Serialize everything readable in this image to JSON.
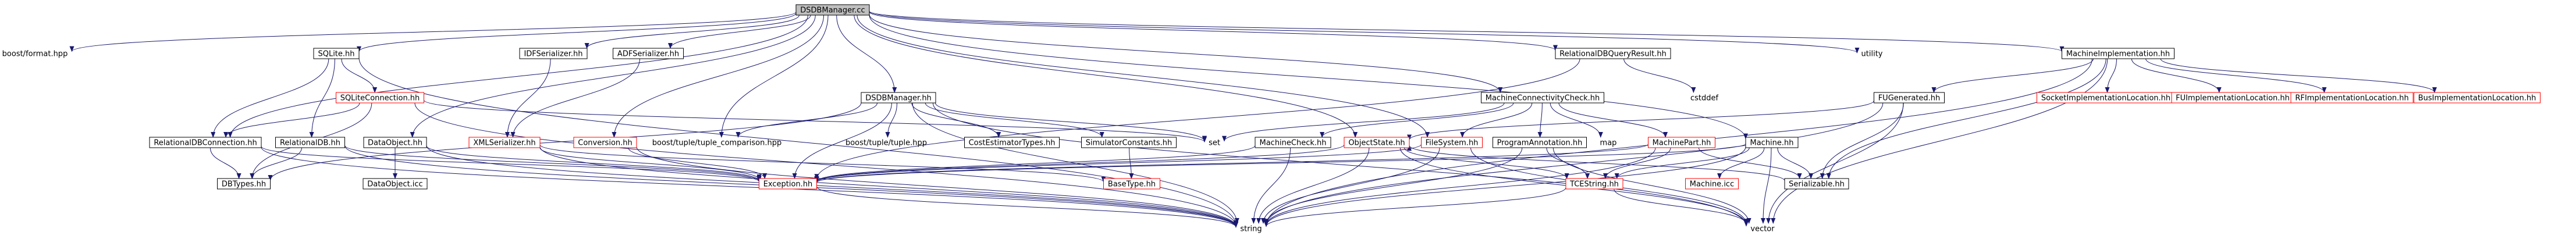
{
  "colors": {
    "edge": "#191970",
    "box_border_normal": "#000000",
    "box_border_missing": "#ff0000",
    "root_fill": "#bfbfbf",
    "node_fill": "#ffffff",
    "text": "#000000"
  },
  "diagram": {
    "root": "DSDBManager.cc",
    "nodes": [
      {
        "id": "dsdbmanager_cc",
        "label": "DSDBManager.cc",
        "style": "root"
      },
      {
        "id": "boost_format",
        "label": "boost/format.hpp",
        "style": "plain"
      },
      {
        "id": "sqlite_hh",
        "label": "SQLite.hh",
        "style": "normal"
      },
      {
        "id": "idfserializer_hh",
        "label": "IDFSerializer.hh",
        "style": "normal"
      },
      {
        "id": "adfserializer_hh",
        "label": "ADFSerializer.hh",
        "style": "normal"
      },
      {
        "id": "relationaldbqueryresult_hh",
        "label": "RelationalDBQueryResult.hh",
        "style": "normal"
      },
      {
        "id": "utility",
        "label": "utility",
        "style": "plain"
      },
      {
        "id": "machineimplementation_hh",
        "label": "MachineImplementation.hh",
        "style": "normal"
      },
      {
        "id": "sqliteconnection_hh",
        "label": "SQLiteConnection.hh",
        "style": "missing"
      },
      {
        "id": "dsdbmanager_hh",
        "label": "DSDBManager.hh",
        "style": "normal"
      },
      {
        "id": "cstddef",
        "label": "cstddef",
        "style": "plain"
      },
      {
        "id": "machineconnectivitycheck_hh",
        "label": "MachineConnectivityCheck.hh",
        "style": "normal"
      },
      {
        "id": "fugenerated_hh",
        "label": "FUGenerated.hh",
        "style": "normal"
      },
      {
        "id": "socketimplementationlocation_hh",
        "label": "SocketImplementationLocation.hh",
        "style": "missing"
      },
      {
        "id": "fuimplementationlocation_hh",
        "label": "FUImplementationLocation.hh",
        "style": "missing"
      },
      {
        "id": "rfimplementationlocation_hh",
        "label": "RFImplementationLocation.hh",
        "style": "missing"
      },
      {
        "id": "busimplementationlocation_hh",
        "label": "BusImplementationLocation.hh",
        "style": "missing"
      },
      {
        "id": "relationaldbconnection_hh",
        "label": "RelationalDBConnection.hh",
        "style": "normal"
      },
      {
        "id": "relationaldb_hh",
        "label": "RelationalDB.hh",
        "style": "normal"
      },
      {
        "id": "dataobject_hh",
        "label": "DataObject.hh",
        "style": "normal"
      },
      {
        "id": "xmlserializer_hh",
        "label": "XMLSerializer.hh",
        "style": "missing"
      },
      {
        "id": "conversion_hh",
        "label": "Conversion.hh",
        "style": "missing"
      },
      {
        "id": "boost_tuple_comparison",
        "label": "boost/tuple/tuple_comparison.hpp",
        "style": "plain"
      },
      {
        "id": "boost_tuple",
        "label": "boost/tuple/tuple.hpp",
        "style": "plain"
      },
      {
        "id": "costestimatortypes_hh",
        "label": "CostEstimatorTypes.hh",
        "style": "normal"
      },
      {
        "id": "simulatorconstants_hh",
        "label": "SimulatorConstants.hh",
        "style": "normal"
      },
      {
        "id": "set",
        "label": "set",
        "style": "plain"
      },
      {
        "id": "machinecheck_hh",
        "label": "MachineCheck.hh",
        "style": "normal"
      },
      {
        "id": "objectstate_hh",
        "label": "ObjectState.hh",
        "style": "missing"
      },
      {
        "id": "filesystem_hh",
        "label": "FileSystem.hh",
        "style": "missing"
      },
      {
        "id": "programannotation_hh",
        "label": "ProgramAnnotation.hh",
        "style": "normal"
      },
      {
        "id": "map",
        "label": "map",
        "style": "plain"
      },
      {
        "id": "machinepart_hh",
        "label": "MachinePart.hh",
        "style": "missing"
      },
      {
        "id": "machine_hh",
        "label": "Machine.hh",
        "style": "normal"
      },
      {
        "id": "dbtypes_hh",
        "label": "DBTypes.hh",
        "style": "normal"
      },
      {
        "id": "dataobject_icc",
        "label": "DataObject.icc",
        "style": "normal"
      },
      {
        "id": "exception_hh",
        "label": "Exception.hh",
        "style": "missing"
      },
      {
        "id": "basetype_hh",
        "label": "BaseType.hh",
        "style": "missing"
      },
      {
        "id": "tcestring_hh",
        "label": "TCEString.hh",
        "style": "missing"
      },
      {
        "id": "machine_icc",
        "label": "Machine.icc",
        "style": "missing"
      },
      {
        "id": "serializable_hh",
        "label": "Serializable.hh",
        "style": "normal"
      },
      {
        "id": "string",
        "label": "string",
        "style": "plain"
      },
      {
        "id": "vector",
        "label": "vector",
        "style": "plain"
      }
    ],
    "edges": [
      [
        "dsdbmanager_cc",
        "boost_format"
      ],
      [
        "dsdbmanager_cc",
        "sqlite_hh"
      ],
      [
        "dsdbmanager_cc",
        "idfserializer_hh"
      ],
      [
        "dsdbmanager_cc",
        "adfserializer_hh"
      ],
      [
        "dsdbmanager_cc",
        "relationaldbqueryresult_hh"
      ],
      [
        "dsdbmanager_cc",
        "utility"
      ],
      [
        "dsdbmanager_cc",
        "machineimplementation_hh"
      ],
      [
        "dsdbmanager_cc",
        "dsdbmanager_hh"
      ],
      [
        "dsdbmanager_cc",
        "machineconnectivitycheck_hh"
      ],
      [
        "dsdbmanager_cc",
        "relationaldbconnection_hh"
      ],
      [
        "dsdbmanager_cc",
        "dataobject_hh"
      ],
      [
        "dsdbmanager_cc",
        "conversion_hh"
      ],
      [
        "dsdbmanager_cc",
        "boost_tuple_comparison"
      ],
      [
        "dsdbmanager_cc",
        "objectstate_hh"
      ],
      [
        "dsdbmanager_cc",
        "filesystem_hh"
      ],
      [
        "dsdbmanager_cc",
        "machine_hh"
      ],
      [
        "sqlite_hh",
        "sqliteconnection_hh"
      ],
      [
        "sqlite_hh",
        "relationaldb_hh"
      ],
      [
        "sqlite_hh",
        "relationaldbconnection_hh"
      ],
      [
        "sqlite_hh",
        "string"
      ],
      [
        "sqliteconnection_hh",
        "relationaldbconnection_hh"
      ],
      [
        "sqliteconnection_hh",
        "dbtypes_hh"
      ],
      [
        "sqliteconnection_hh",
        "set"
      ],
      [
        "sqliteconnection_hh",
        "string"
      ],
      [
        "idfserializer_hh",
        "xmlserializer_hh"
      ],
      [
        "adfserializer_hh",
        "xmlserializer_hh"
      ],
      [
        "relationaldbqueryresult_hh",
        "cstddef"
      ],
      [
        "relationaldbqueryresult_hh",
        "exception_hh"
      ],
      [
        "machineimplementation_hh",
        "fugenerated_hh"
      ],
      [
        "machineimplementation_hh",
        "socketimplementationlocation_hh"
      ],
      [
        "machineimplementation_hh",
        "fuimplementationlocation_hh"
      ],
      [
        "machineimplementation_hh",
        "rfimplementationlocation_hh"
      ],
      [
        "machineimplementation_hh",
        "busimplementationlocation_hh"
      ],
      [
        "machineimplementation_hh",
        "serializable_hh"
      ],
      [
        "machineimplementation_hh",
        "string"
      ],
      [
        "machineimplementation_hh",
        "vector"
      ],
      [
        "fugenerated_hh",
        "objectstate_hh"
      ],
      [
        "fugenerated_hh",
        "serializable_hh"
      ],
      [
        "fugenerated_hh",
        "string"
      ],
      [
        "fugenerated_hh",
        "vector"
      ],
      [
        "dsdbmanager_hh",
        "boost_tuple_comparison"
      ],
      [
        "dsdbmanager_hh",
        "boost_tuple"
      ],
      [
        "dsdbmanager_hh",
        "costestimatortypes_hh"
      ],
      [
        "dsdbmanager_hh",
        "simulatorconstants_hh"
      ],
      [
        "dsdbmanager_hh",
        "set"
      ],
      [
        "dsdbmanager_hh",
        "exception_hh"
      ],
      [
        "dsdbmanager_hh",
        "dbtypes_hh"
      ],
      [
        "dsdbmanager_hh",
        "string"
      ],
      [
        "dsdbmanager_hh",
        "vector"
      ],
      [
        "machineconnectivitycheck_hh",
        "set"
      ],
      [
        "machineconnectivitycheck_hh",
        "machinecheck_hh"
      ],
      [
        "machineconnectivitycheck_hh",
        "programannotation_hh"
      ],
      [
        "machineconnectivitycheck_hh",
        "map"
      ],
      [
        "machineconnectivitycheck_hh",
        "machinepart_hh"
      ],
      [
        "machineconnectivitycheck_hh",
        "filesystem_hh"
      ],
      [
        "relationaldbconnection_hh",
        "dbtypes_hh"
      ],
      [
        "relationaldbconnection_hh",
        "exception_hh"
      ],
      [
        "relationaldbconnection_hh",
        "string"
      ],
      [
        "relationaldb_hh",
        "dbtypes_hh"
      ],
      [
        "relationaldb_hh",
        "exception_hh"
      ],
      [
        "relationaldb_hh",
        "string"
      ],
      [
        "dataobject_hh",
        "dataobject_icc"
      ],
      [
        "dataobject_hh",
        "exception_hh"
      ],
      [
        "dataobject_hh",
        "string"
      ],
      [
        "xmlserializer_hh",
        "exception_hh"
      ],
      [
        "xmlserializer_hh",
        "basetype_hh"
      ],
      [
        "xmlserializer_hh",
        "string"
      ],
      [
        "conversion_hh",
        "exception_hh"
      ],
      [
        "conversion_hh",
        "string"
      ],
      [
        "simulatorconstants_hh",
        "basetype_hh"
      ],
      [
        "machinecheck_hh",
        "exception_hh"
      ],
      [
        "machinecheck_hh",
        "string"
      ],
      [
        "objectstate_hh",
        "exception_hh"
      ],
      [
        "objectstate_hh",
        "tcestring_hh"
      ],
      [
        "objectstate_hh",
        "string"
      ],
      [
        "objectstate_hh",
        "vector"
      ],
      [
        "filesystem_hh",
        "exception_hh"
      ],
      [
        "filesystem_hh",
        "string"
      ],
      [
        "filesystem_hh",
        "vector"
      ],
      [
        "programannotation_hh",
        "tcestring_hh"
      ],
      [
        "programannotation_hh",
        "string"
      ],
      [
        "programannotation_hh",
        "vector"
      ],
      [
        "machinepart_hh",
        "tcestring_hh"
      ],
      [
        "machinepart_hh",
        "exception_hh"
      ],
      [
        "machinepart_hh",
        "serializable_hh"
      ],
      [
        "machinepart_hh",
        "string"
      ],
      [
        "machine_hh",
        "machine_icc"
      ],
      [
        "machine_hh",
        "tcestring_hh"
      ],
      [
        "machine_hh",
        "serializable_hh"
      ],
      [
        "machine_hh",
        "exception_hh"
      ],
      [
        "machine_hh",
        "string"
      ],
      [
        "machine_hh",
        "vector"
      ],
      [
        "exception_hh",
        "string"
      ],
      [
        "tcestring_hh",
        "string"
      ],
      [
        "tcestring_hh",
        "vector"
      ],
      [
        "serializable_hh",
        "objectstate_hh"
      ]
    ]
  }
}
